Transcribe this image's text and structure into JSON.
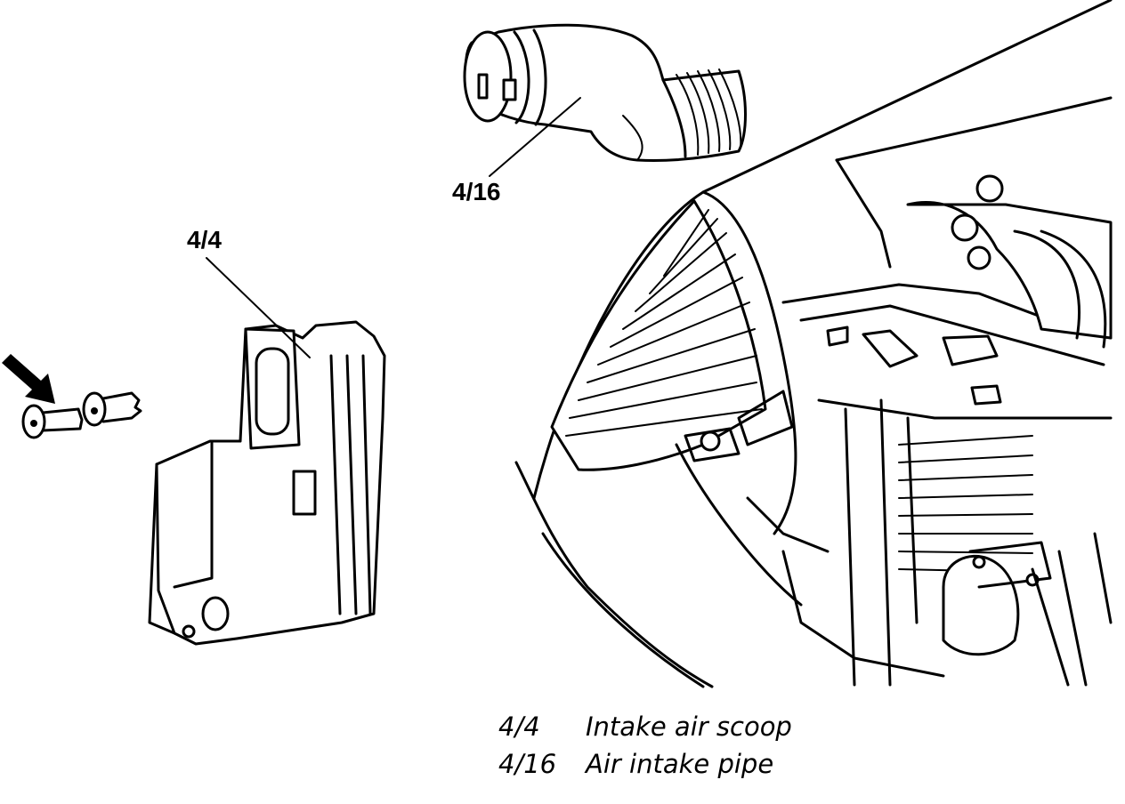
{
  "callouts": {
    "pipe": "4/16",
    "scoop": "4/4"
  },
  "legend": [
    {
      "code": "4/4",
      "description": "Intake air scoop"
    },
    {
      "code": "4/16",
      "description": "Air intake pipe"
    }
  ]
}
